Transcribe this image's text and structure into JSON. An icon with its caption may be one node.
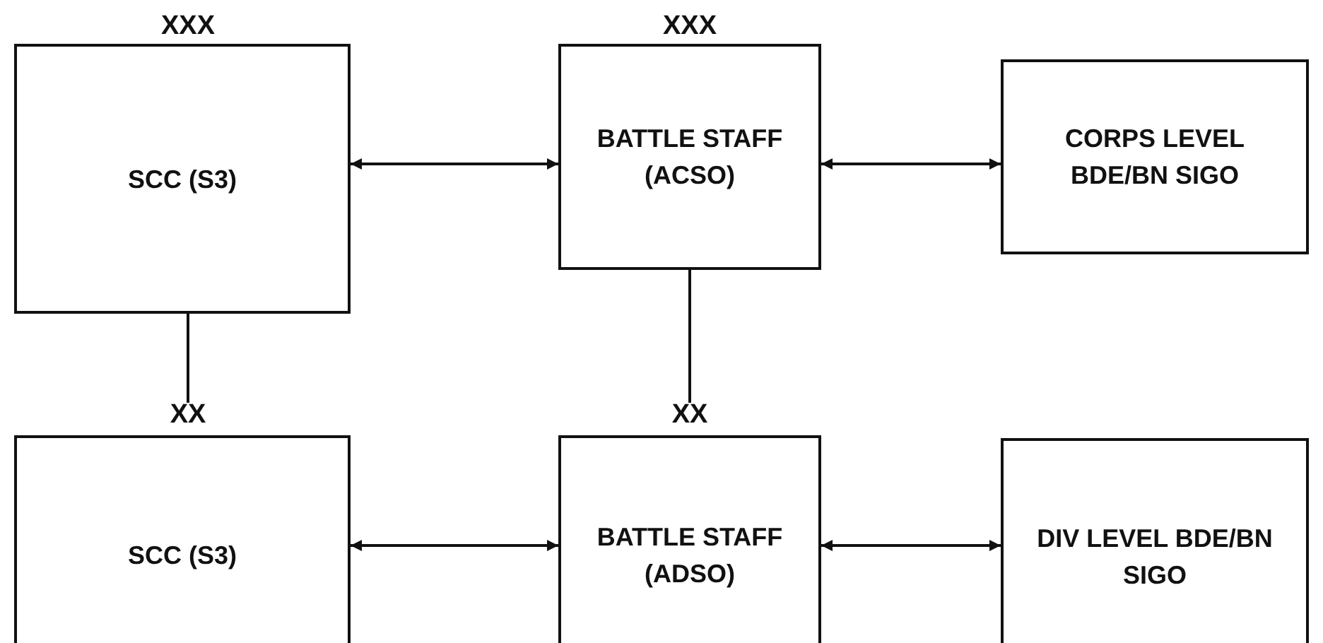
{
  "diagram": {
    "nodes": [
      {
        "text": [
          "SCC (S3)"
        ],
        "beside": [
          "XXX"
        ]
      },
      {
        "text": [
          "BATTLE STAFF (ACSO)"
        ],
        "beside": [
          "XXX"
        ]
      },
      {
        "text": [
          "CORPS LEVEL BDE/BN SIGO"
        ]
      },
      {
        "text": [
          "SCC (S3)"
        ],
        "beside": [
          "XX"
        ]
      },
      {
        "text": [
          "BATTLE STAFF (ADSO)"
        ],
        "beside": [
          "XX"
        ]
      },
      {
        "text": [
          "DIV LEVEL BDE/BN SIGO"
        ]
      }
    ],
    "edges": [
      {
        "from": 0,
        "to": 1,
        "arrow": "both"
      },
      {
        "from": 1,
        "to": 2,
        "arrow": "both"
      },
      {
        "from": 3,
        "to": 4,
        "arrow": "both"
      },
      {
        "from": 4,
        "to": 5,
        "arrow": "both"
      },
      {
        "from": 0,
        "to": 3,
        "arrow": "none"
      },
      {
        "from": 1,
        "to": 4,
        "arrow": "none"
      }
    ]
  }
}
